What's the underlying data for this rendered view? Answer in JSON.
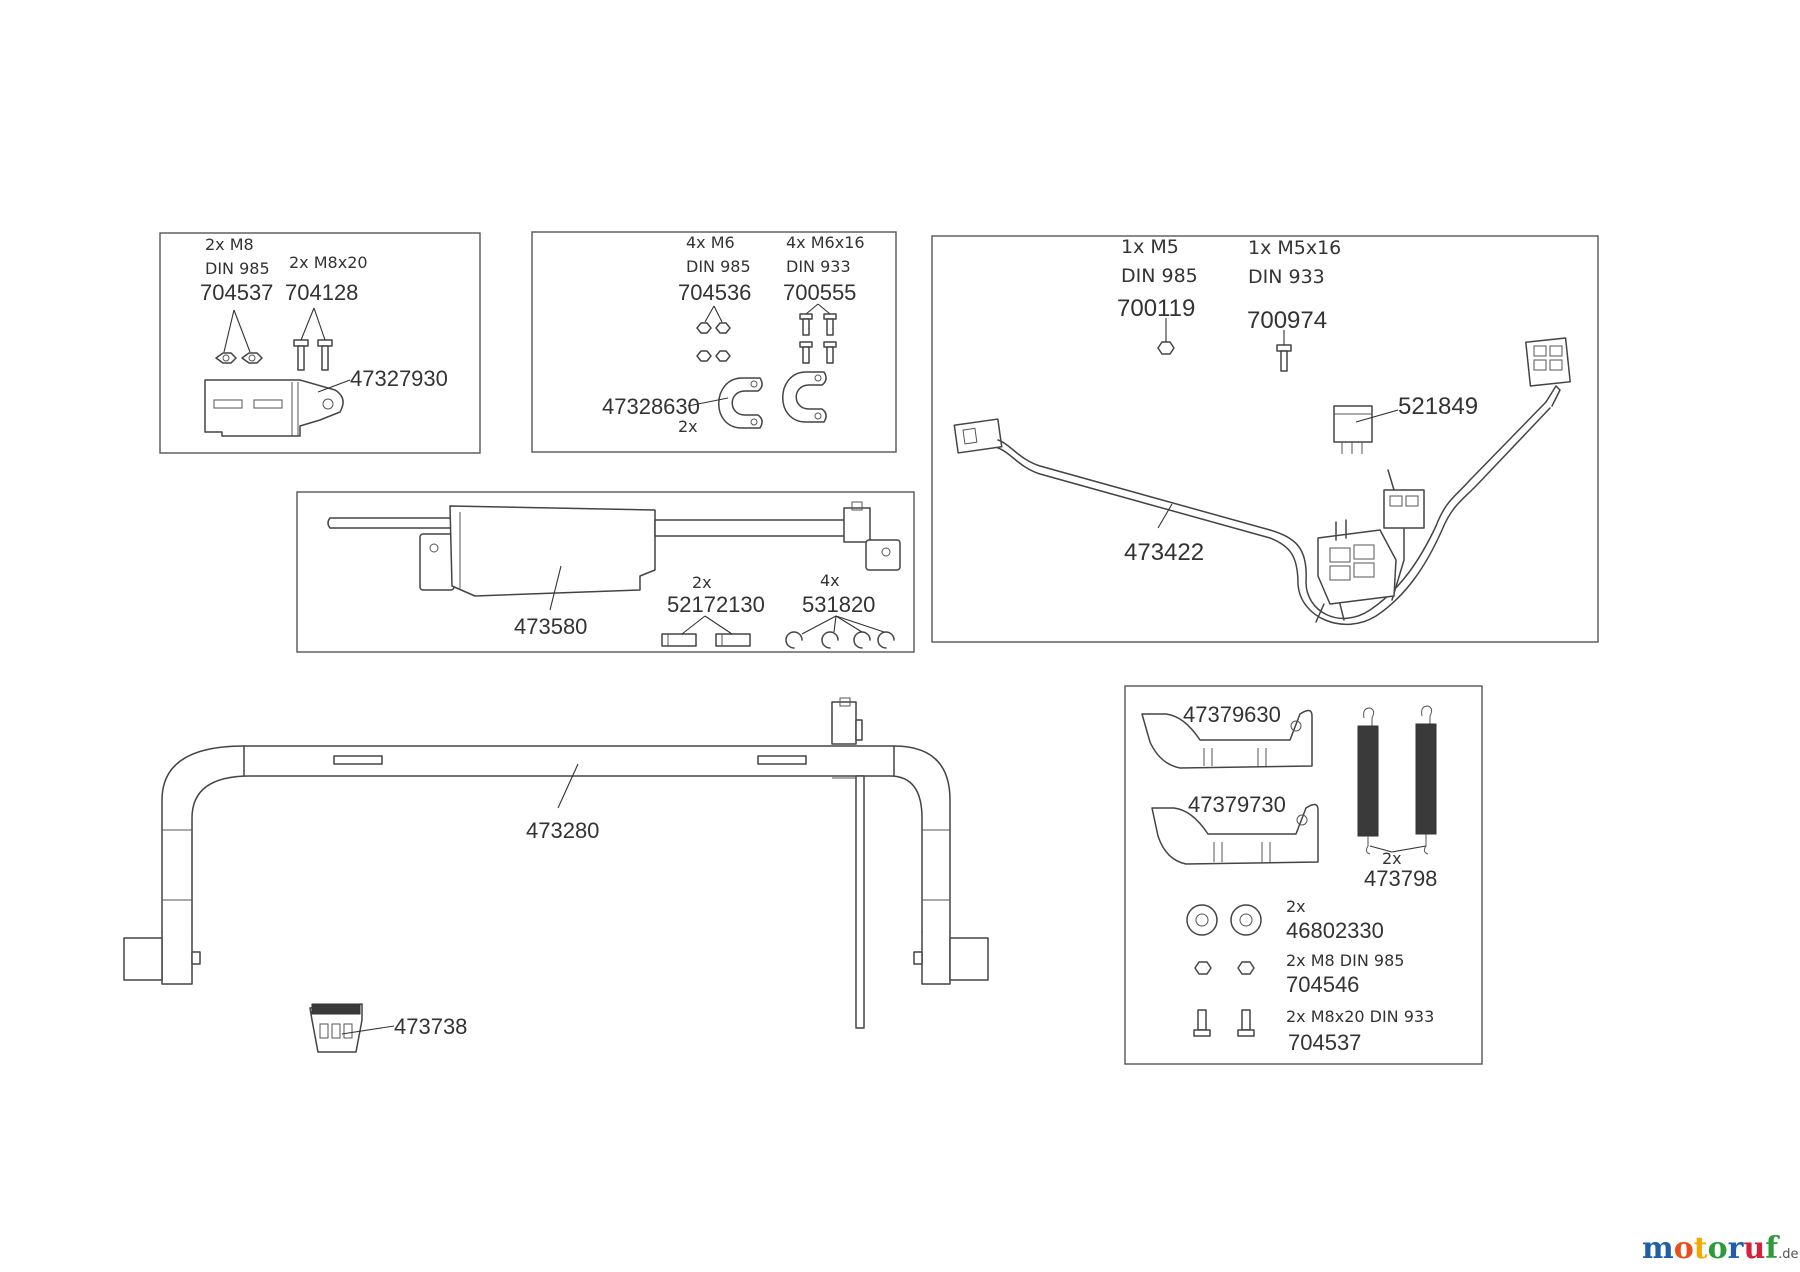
{
  "boxes": {
    "nuts_bracket": {
      "nut_qty": "2x M8",
      "nut_std": "DIN 985",
      "nut_no": "704537",
      "bolt_qty": "2x M8x20",
      "bolt_no": "704128",
      "bracket_no": "47327930"
    },
    "clamp": {
      "nut_qty": "4x M6",
      "nut_std": "DIN 985",
      "nut_no": "704536",
      "bolt_qty": "4x M6x16",
      "bolt_std": "DIN 933",
      "bolt_no": "700555",
      "clamp_no": "47328630",
      "clamp_qty": "2x"
    },
    "harness": {
      "nut_qty": "1x M5",
      "nut_std": "DIN 985",
      "nut_no": "700119",
      "bolt_qty": "1x M5x16",
      "bolt_std": "DIN 933",
      "bolt_no": "700974",
      "relay_no": "521849",
      "harness_no": "473422"
    },
    "actuator": {
      "actuator_no": "473580",
      "pin_qty": "2x",
      "pin_no": "52172130",
      "clip_qty": "4x",
      "clip_no": "531820"
    },
    "plates": {
      "plate1_no": "47379630",
      "plate2_no": "47379730",
      "spring_qty": "2x",
      "spring_no": "473798",
      "washer_qty": "2x",
      "washer_no": "46802330",
      "nut_label": "2x M8 DIN 985",
      "nut_no": "704546",
      "bolt_label": "2x M8x20 DIN 933",
      "bolt_no": "704537"
    }
  },
  "frame_no": "473280",
  "switch_no": "473738",
  "watermark": {
    "letters": [
      "m",
      "o",
      "t",
      "o",
      "r",
      "u",
      "f"
    ],
    "colors": [
      "#1f5fa8",
      "#e94e1b",
      "#f2a900",
      "#2e9b3a",
      "#1f5fa8",
      "#d4213d",
      "#2e9b3a"
    ],
    "suffix": ".de"
  }
}
